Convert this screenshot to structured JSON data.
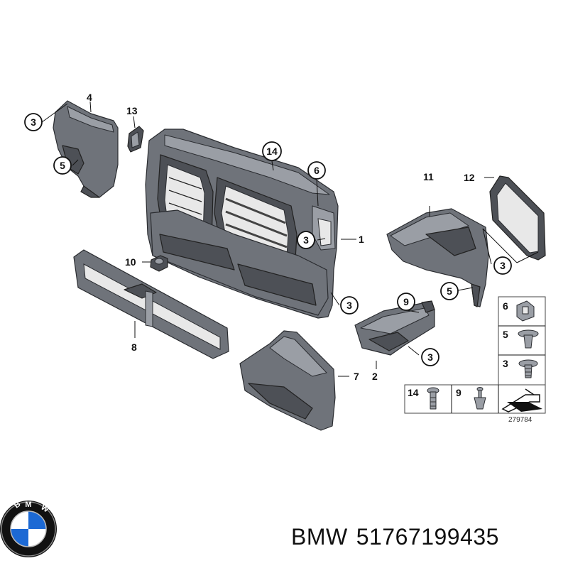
{
  "diagram": {
    "callouts": {
      "c1": "1",
      "c2": "2",
      "c3a": "3",
      "c3b": "3",
      "c3c": "3",
      "c3d": "3",
      "c3e": "3",
      "c4": "4",
      "c5a": "5",
      "c5b": "5",
      "c6": "6",
      "c7": "7",
      "c8": "8",
      "c9": "9",
      "c10": "10",
      "c11": "11",
      "c12": "12",
      "c13": "13",
      "c14": "14"
    },
    "legend": {
      "r6": "6",
      "r5": "5",
      "r3": "3",
      "b14": "14",
      "b9": "9"
    },
    "diagram_number": "279784"
  },
  "footer": {
    "brand": "BMW",
    "part_number": "51767199435"
  },
  "logo": {
    "letters": "BMW",
    "colors": {
      "blue": "#1c69d4",
      "white": "#ffffff",
      "ring": "#111111"
    }
  }
}
